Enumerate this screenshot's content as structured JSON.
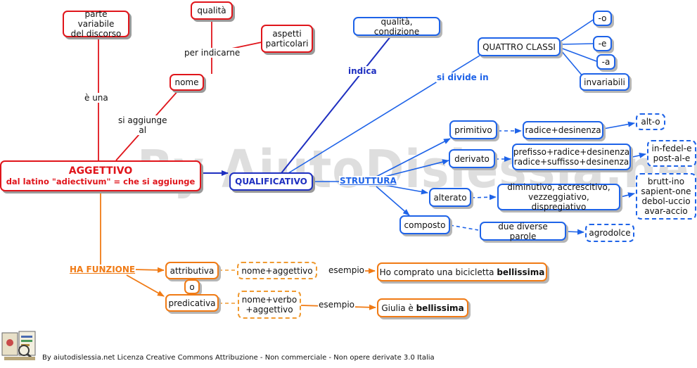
{
  "watermark": "By AiutoDislessia.net",
  "footer": "By aiutodislessia.net Licenza Creative Commons Attribuzione - Non commerciale - Non opere derivate 3.0 Italia",
  "colors": {
    "red": "#e0151b",
    "blue": "#1e63e8",
    "dark_blue": "#1e2fc0",
    "orange": "#f07a14"
  },
  "nodes": {
    "parte_variabile": "parte variabile\ndel discorso",
    "qualita": "qualità",
    "aspetti": "aspetti\nparticolari",
    "nome": "nome",
    "aggettivo_title": "AGGETTIVO",
    "aggettivo_sub": "dal latino \"adiectivum\" = che si aggiunge",
    "qualita_condizione": "qualità, condizione",
    "quattro_classi": "QUATTRO CLASSI",
    "o": "-o",
    "e": "-e",
    "a": "-a",
    "invariabili": "invariabili",
    "qualificativo": "QUALIFICATIVO",
    "primitivo": "primitivo",
    "radice_desinenza": "radice+desinenza",
    "alt_o": "alt-o",
    "derivato": "derivato",
    "prefisso": "prefisso+radice+desinenza\nradice+suffisso+desinenza",
    "infedel": "in-fedel-e\npost-al-e",
    "alterato": "alterato",
    "diminutivo": "diminutivo, accrescitivo,\nvezzeggiativo, dispregiativo",
    "brutt": "brutt-ino\nsapient-one\ndebol-uccio\navar-accio",
    "composto": "composto",
    "due_parole": "due diverse parole",
    "agrodolce": "agrodolce",
    "attributiva": "attributiva",
    "o_conj": "o",
    "nome_aggettivo": "nome+aggettivo",
    "ex1_plain": "Ho comprato una bicicletta ",
    "ex1_bold": "bellissima",
    "predicativa": "predicativa",
    "nome_verbo": "nome+verbo\n+aggettivo",
    "ex2_plain": "Giulia è ",
    "ex2_bold": "bellissima"
  },
  "labels": {
    "e_una": "è una",
    "per_indicarne": "per indicarne",
    "si_aggiunge": "si aggiunge\nal",
    "indica": "indica",
    "si_divide": "si divide in",
    "struttura": "STRUTTURA",
    "ha_funzione": "HA FUNZIONE",
    "esempio1": "esempio",
    "esempio2": "esempio"
  }
}
